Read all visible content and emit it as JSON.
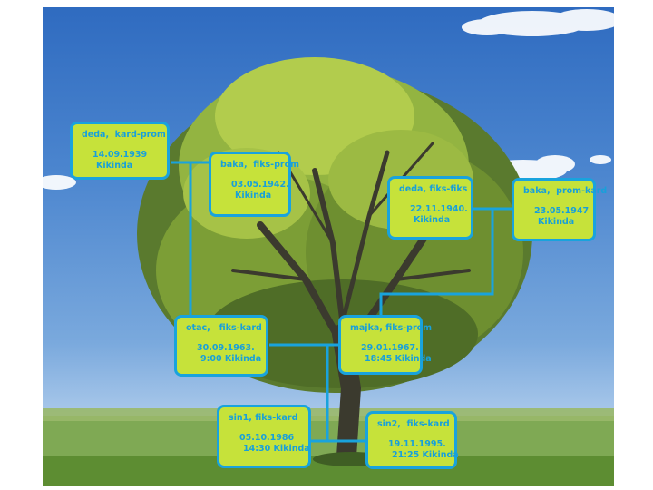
{
  "tree": {
    "nodes": [
      {
        "id": "deda-father-side",
        "title": "deda,  kard-prom",
        "date": "14.09.1939",
        "place": "Kikinda"
      },
      {
        "id": "baka-father-side",
        "title": "baka,  fiks-prom",
        "date": "03.05.1942.",
        "place": "Kikinda"
      },
      {
        "id": "deda-mother-side",
        "title": "deda, fiks-fiks",
        "date": "22.11.1940.",
        "place": "Kikinda"
      },
      {
        "id": "baka-mother-side",
        "title": "baka,  prom-kard",
        "date": "23.05.1947",
        "place": "Kikinda"
      },
      {
        "id": "otac",
        "title": "otac,   fiks-kard",
        "date": "30.09.1963.",
        "place": "9:00 Kikinda"
      },
      {
        "id": "majka",
        "title": "majka, fiks-prom",
        "date": "29.01.1967.",
        "place": "18:45 Kikinda"
      },
      {
        "id": "sin1",
        "title": "sin1, fiks-kard",
        "date": "05.10.1986",
        "place": "14:30 Kikinda"
      },
      {
        "id": "sin2",
        "title": "sin2,  fiks-kard",
        "date": "19.11.1995.",
        "place": "21:25 Kikinda"
      }
    ]
  },
  "colors": {
    "box_fill": "#c6e23a",
    "box_border": "#19a3dd",
    "text": "#18a0da",
    "connector": "#19a3dd"
  }
}
